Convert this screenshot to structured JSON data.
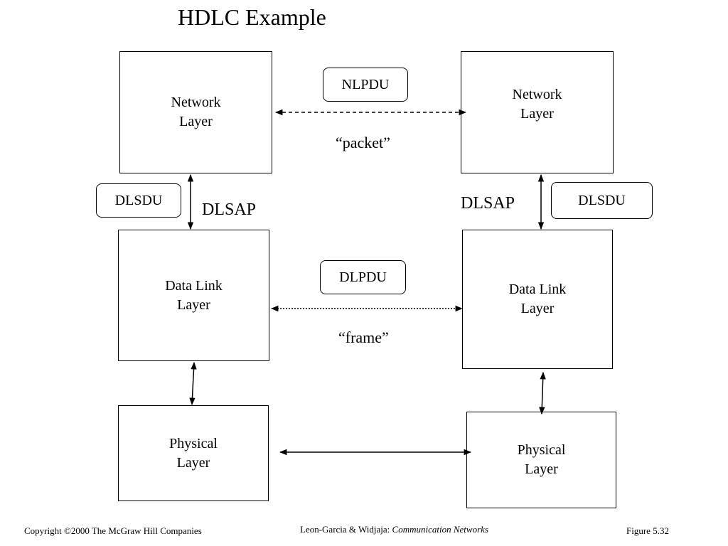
{
  "title": "HDLC Example",
  "left_stack": {
    "network": [
      "Network",
      "Layer"
    ],
    "datalink": [
      "Data Link",
      "Layer"
    ],
    "physical": [
      "Physical",
      "Layer"
    ]
  },
  "right_stack": {
    "network": [
      "Network",
      "Layer"
    ],
    "datalink": [
      "Data Link",
      "Layer"
    ],
    "physical": [
      "Physical",
      "Layer"
    ]
  },
  "pdus": {
    "network": "NLPDU",
    "datalink": "DLPDU",
    "left_service": "DLSDU",
    "right_service": "DLSDU"
  },
  "sap": {
    "left": "DLSAP",
    "right": "DLSAP"
  },
  "quotes": {
    "network": "“packet”",
    "datalink": "“frame”"
  },
  "footer": {
    "copyright": "Copyright ©2000 The McGraw Hill Companies",
    "authors": "Leon-Garcia & Widjaja:",
    "book": "Communication Networks",
    "figure": "Figure 5.32"
  }
}
